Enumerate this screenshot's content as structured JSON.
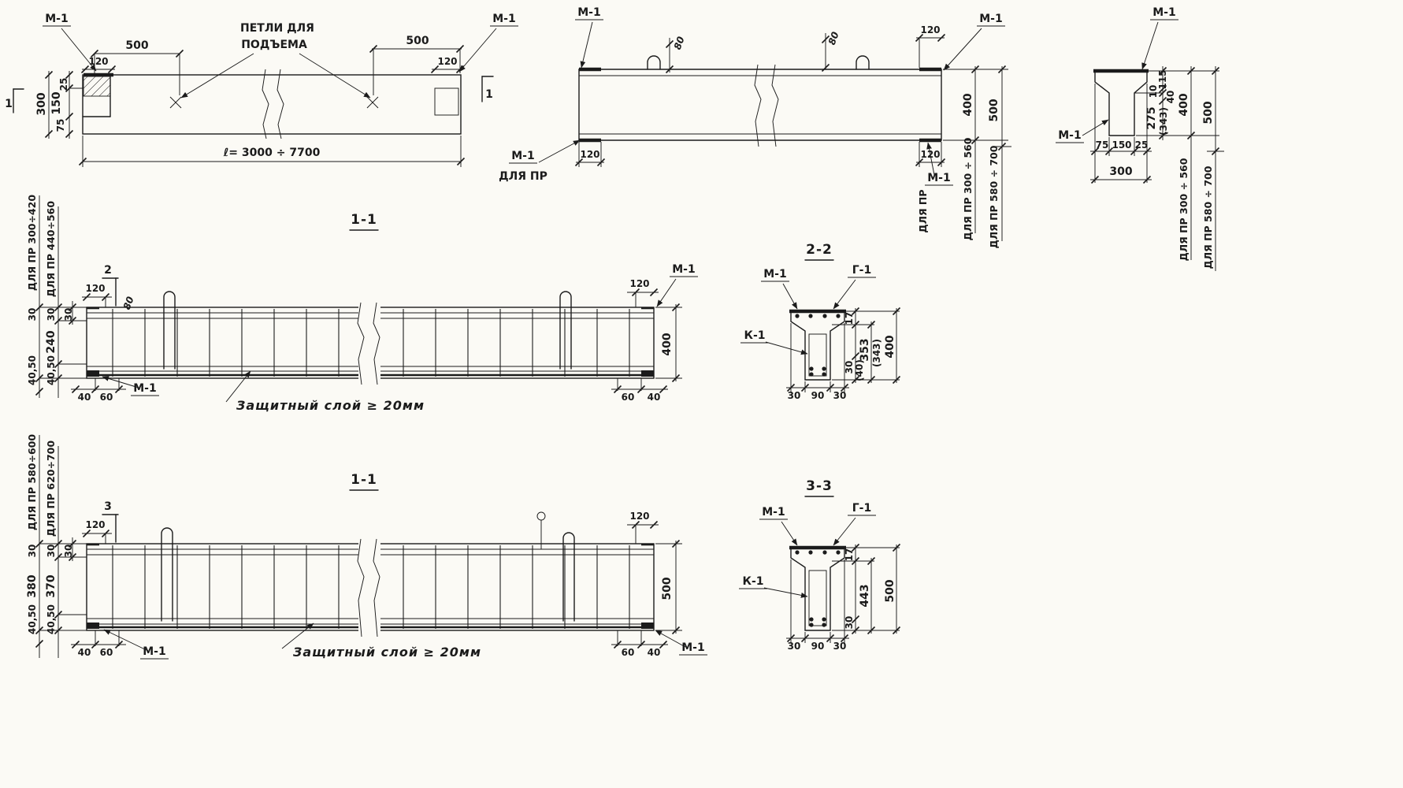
{
  "sheet": {
    "bg": "#fbfaf5",
    "ink": "#1b1b1b"
  },
  "plan": {
    "m1_left": "М-1",
    "m1_right": "М-1",
    "dim_500_left": "500",
    "dim_120_left": "120",
    "lift_line1": "ПЕТЛИ ДЛЯ",
    "lift_line2": "ПОДЪЕМА",
    "dim_500_right": "500",
    "dim_120_right": "120",
    "dim_25": "25",
    "dim_150": "150",
    "dim_75": "75",
    "dim_300": "300",
    "length": "ℓ= 3000 ÷ 7700",
    "marker_left": "1",
    "marker_right": "1"
  },
  "elev": {
    "m1_top_left": "М-1",
    "m1_top_right": "М-1",
    "m1_bottom_left": "М-1",
    "note_bottom_left": "ДЛЯ ПР",
    "m1_bottom_right": "М-1",
    "note_bottom_right": "ДЛЯ ПР",
    "dim_80_left": "80",
    "dim_80_right": "80",
    "dim_120_top_right": "120",
    "dim_120_bottom_left": "120",
    "dim_120_bottom_right": "120",
    "dim_400": "400",
    "dim_500": "500",
    "range_400": "ДЛЯ ПР 300 ÷ 560",
    "range_500": "ДЛЯ ПР 580 ÷ 700"
  },
  "end": {
    "m1_top": "М-1",
    "m1_left": "М-1",
    "dim_115": "115",
    "dim_10": "10",
    "dim_40": "40",
    "dim_275": "275",
    "dim_343": "(343)",
    "dim_400": "400",
    "dim_500": "500",
    "dim_75": "75",
    "dim_150": "150",
    "dim_25": "25",
    "dim_300": "300",
    "range_400": "ДЛЯ ПР 300 ÷ 560",
    "range_500": "ДЛЯ ПР 580 ÷ 700"
  },
  "s11t": {
    "title": "1-1",
    "marker": "2",
    "dim_120_left": "120",
    "dim_80": "80",
    "dim_120_right": "120",
    "m1_top_right": "М-1",
    "m1_bottom_left": "М-1",
    "dim_400": "400",
    "range_outer": "ДЛЯ ПР 300÷420",
    "range_inner": "ДЛЯ ПР 440÷560",
    "dim_30_a": "30",
    "dim_30_b": "30",
    "dim_30_c": "30",
    "dim_240": "240",
    "dim_4050_outer": "40,50",
    "dim_4050_inner": "40,50",
    "dim_40_bl": "40",
    "dim_60_bl": "60",
    "dim_60_br": "60",
    "dim_40_br": "40",
    "cover_note": "Защитный слой ≥ 20мм"
  },
  "s22": {
    "title": "2-2",
    "m1": "М-1",
    "g1": "Г-1",
    "k1": "К-1",
    "dim_17": "17",
    "dim_353": "353",
    "dim_343": "(343)",
    "dim_400": "400",
    "dim_30_alt": "30",
    "dim_40_alt": "(40)",
    "dim_30_left": "30",
    "dim_90": "90",
    "dim_30_right": "30"
  },
  "s11b": {
    "title": "1-1",
    "marker": "3",
    "dim_120_left": "120",
    "dim_120_right": "120",
    "m1_bottom_left": "М-1",
    "m1_bottom_right": "М-1",
    "dim_500": "500",
    "range_outer": "ДЛЯ ПР 580÷600",
    "range_inner": "ДЛЯ ПР 620÷700",
    "dim_30_a": "30",
    "dim_30_b": "30",
    "dim_30_c": "30",
    "dim_380": "380",
    "dim_370": "370",
    "dim_4050_outer": "40,50",
    "dim_4050_inner": "40,50",
    "dim_40_bl": "40",
    "dim_60_bl": "60",
    "dim_60_br": "60",
    "dim_40_br": "40",
    "cover_note": "Защитный слой ≥ 20мм"
  },
  "s33": {
    "title": "3-3",
    "m1": "М-1",
    "g1": "Г-1",
    "k1": "К-1",
    "dim_17": "17",
    "dim_443": "443",
    "dim_500": "500",
    "dim_30_alt": "30",
    "dim_30_left": "30",
    "dim_90": "90",
    "dim_30_right": "30"
  }
}
